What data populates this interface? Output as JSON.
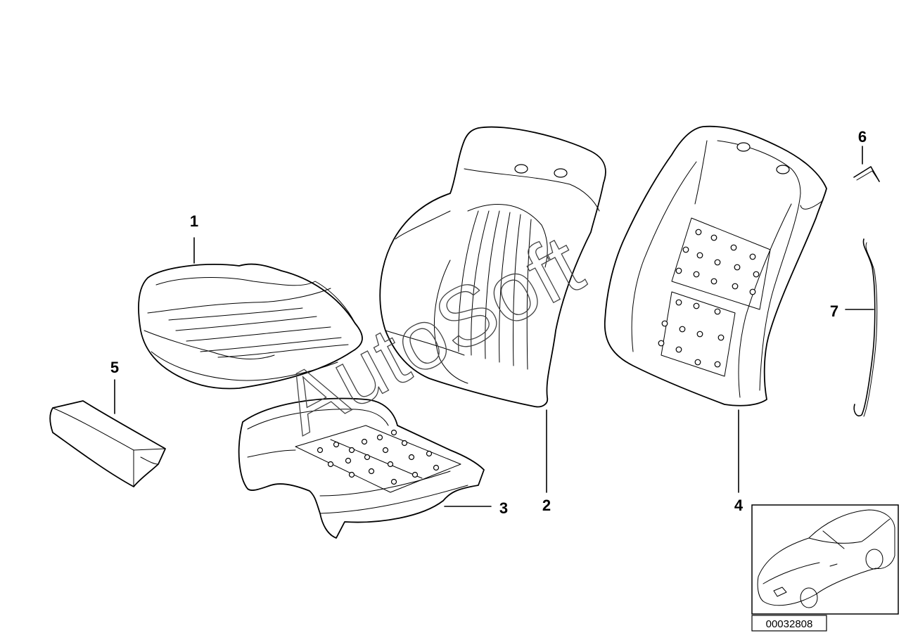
{
  "callouts": [
    {
      "id": "1",
      "label": "1"
    },
    {
      "id": "2",
      "label": "2"
    },
    {
      "id": "3",
      "label": "3"
    },
    {
      "id": "4",
      "label": "4"
    },
    {
      "id": "5",
      "label": "5"
    },
    {
      "id": "6",
      "label": "6"
    },
    {
      "id": "7",
      "label": "7"
    }
  ],
  "watermark": "AutoSoft",
  "reference_number": "00032808",
  "colors": {
    "line": "#000000",
    "background": "#ffffff",
    "watermark": "#444444"
  }
}
